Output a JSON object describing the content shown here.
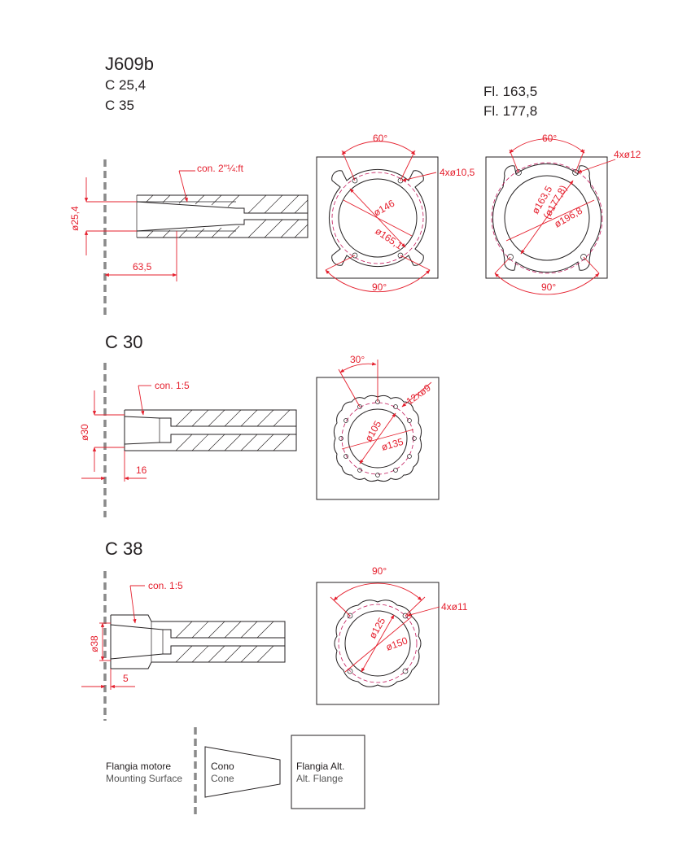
{
  "model": {
    "name": "J609b",
    "variants": [
      "C 25,4",
      "C 35"
    ],
    "flange_variants": [
      "Fl. 163,5",
      "Fl. 177,8"
    ]
  },
  "section_1": {
    "cone_label": "con. 2\"¼:ft",
    "diameter": "ø25,4",
    "length": "63,5",
    "flange_a": {
      "angle_top": "60°",
      "angle_bottom": "90°",
      "holes": "4xø10,5",
      "inner_dia": "ø146",
      "pitch_dia": "ø165,1"
    },
    "flange_b": {
      "angle_top": "60°",
      "angle_bottom": "90°",
      "holes": "4xø12",
      "pitch_dia": "ø163,5",
      "pitch_dia_alt": "(ø177,8)",
      "outer_dia": "ø196,8"
    }
  },
  "section_2": {
    "title": "C 30",
    "cone_label": "con. 1:5",
    "diameter": "ø30",
    "offset": "16",
    "flange": {
      "angle": "30°",
      "holes": "12xø9",
      "inner_dia": "ø105",
      "pitch_dia": "ø135"
    }
  },
  "section_3": {
    "title": "C 38",
    "cone_label": "con. 1:5",
    "diameter": "ø38",
    "offset": "5",
    "flange": {
      "angle": "90°",
      "holes": "4xø11",
      "inner_dia": "ø125",
      "pitch_dia": "ø150"
    }
  },
  "legend": {
    "motor_it": "Flangia motore",
    "motor_en": "Mounting Surface",
    "cone_it": "Cono",
    "cone_en": "Cone",
    "flange_it": "Flangia Alt.",
    "flange_en": "Alt. Flange"
  },
  "colors": {
    "line": "#231f20",
    "dimension": "#e5202e",
    "axis": "#8a8a8a"
  }
}
